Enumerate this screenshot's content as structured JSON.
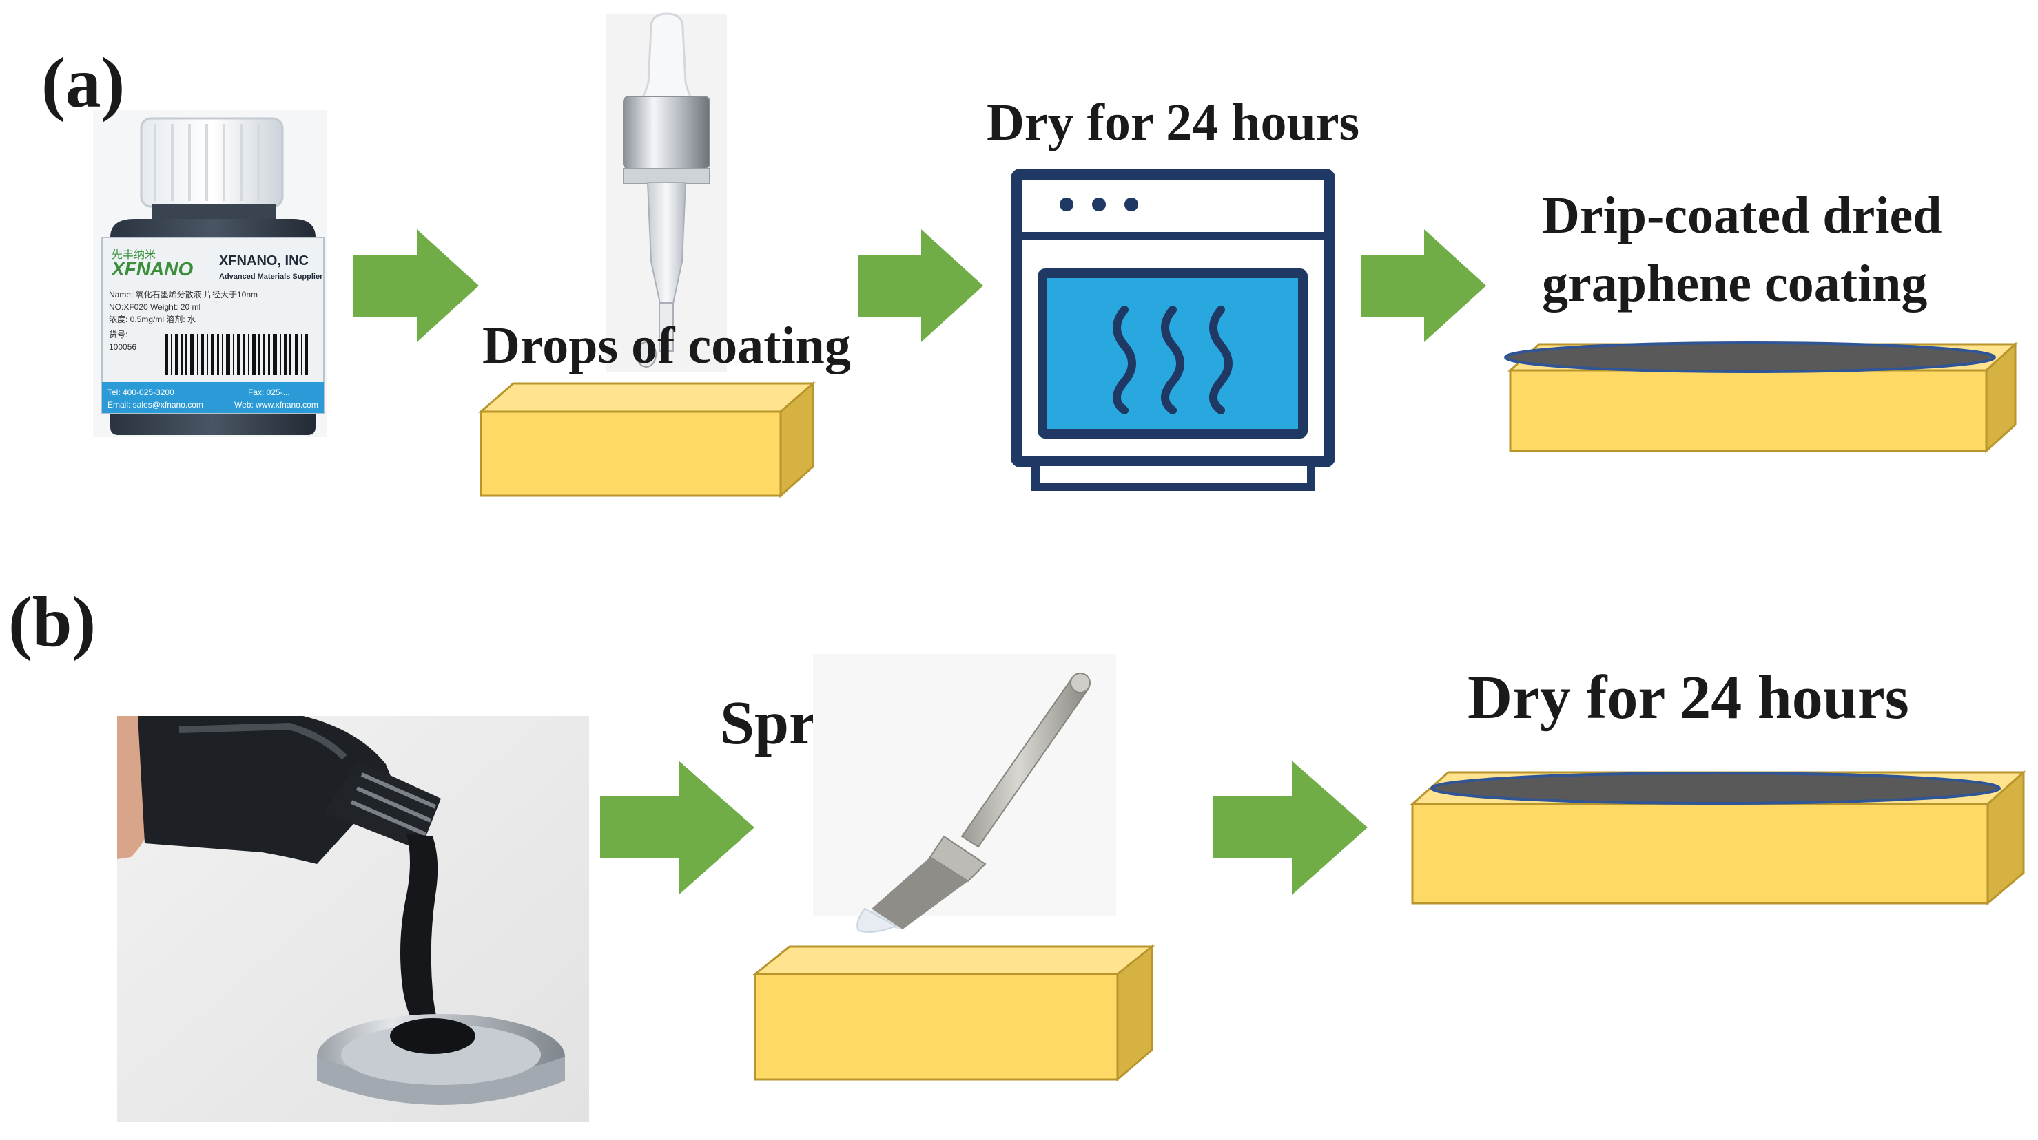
{
  "panel_a": {
    "label": "(a)",
    "bottle": {
      "brand_cn": "先丰纳米",
      "brand": "XFNANO",
      "company": "XFNANO, INC",
      "subtitle": "Advanced Materials Supplier",
      "line1": "Name: 氧化石墨烯分散液  片径大于10nm",
      "line2": "NO:XF020  Weight: 20 ml",
      "line3": "浓度: 0.5mg/ml 溶剂: 水",
      "line4": "货号:",
      "line5": "100056",
      "tel": "Tel: 400-025-3200",
      "fax": "Fax: 025-...",
      "email": "Email: sales@xfnano.com",
      "web": "Web: www.xfnano.com"
    },
    "step1_label": "Drops of coating",
    "step2_label": "Dry for 24 hours",
    "step3_label_line1": "Drip-coated dried",
    "step3_label_line2": "graphene coating"
  },
  "panel_b": {
    "label": "(b)",
    "step1_label": "Spraying",
    "step2_label": "Dry for 24 hours"
  },
  "colors": {
    "arrow": "#70ad47",
    "block_face": "#ffd966",
    "block_side": "#d6b243",
    "block_edge": "#b8962b",
    "coating": "#595959",
    "coating_edge": "#2f5597",
    "oven_outline": "#1f3864",
    "oven_window": "#29a8e0",
    "heat_waves": "#1f3864"
  }
}
